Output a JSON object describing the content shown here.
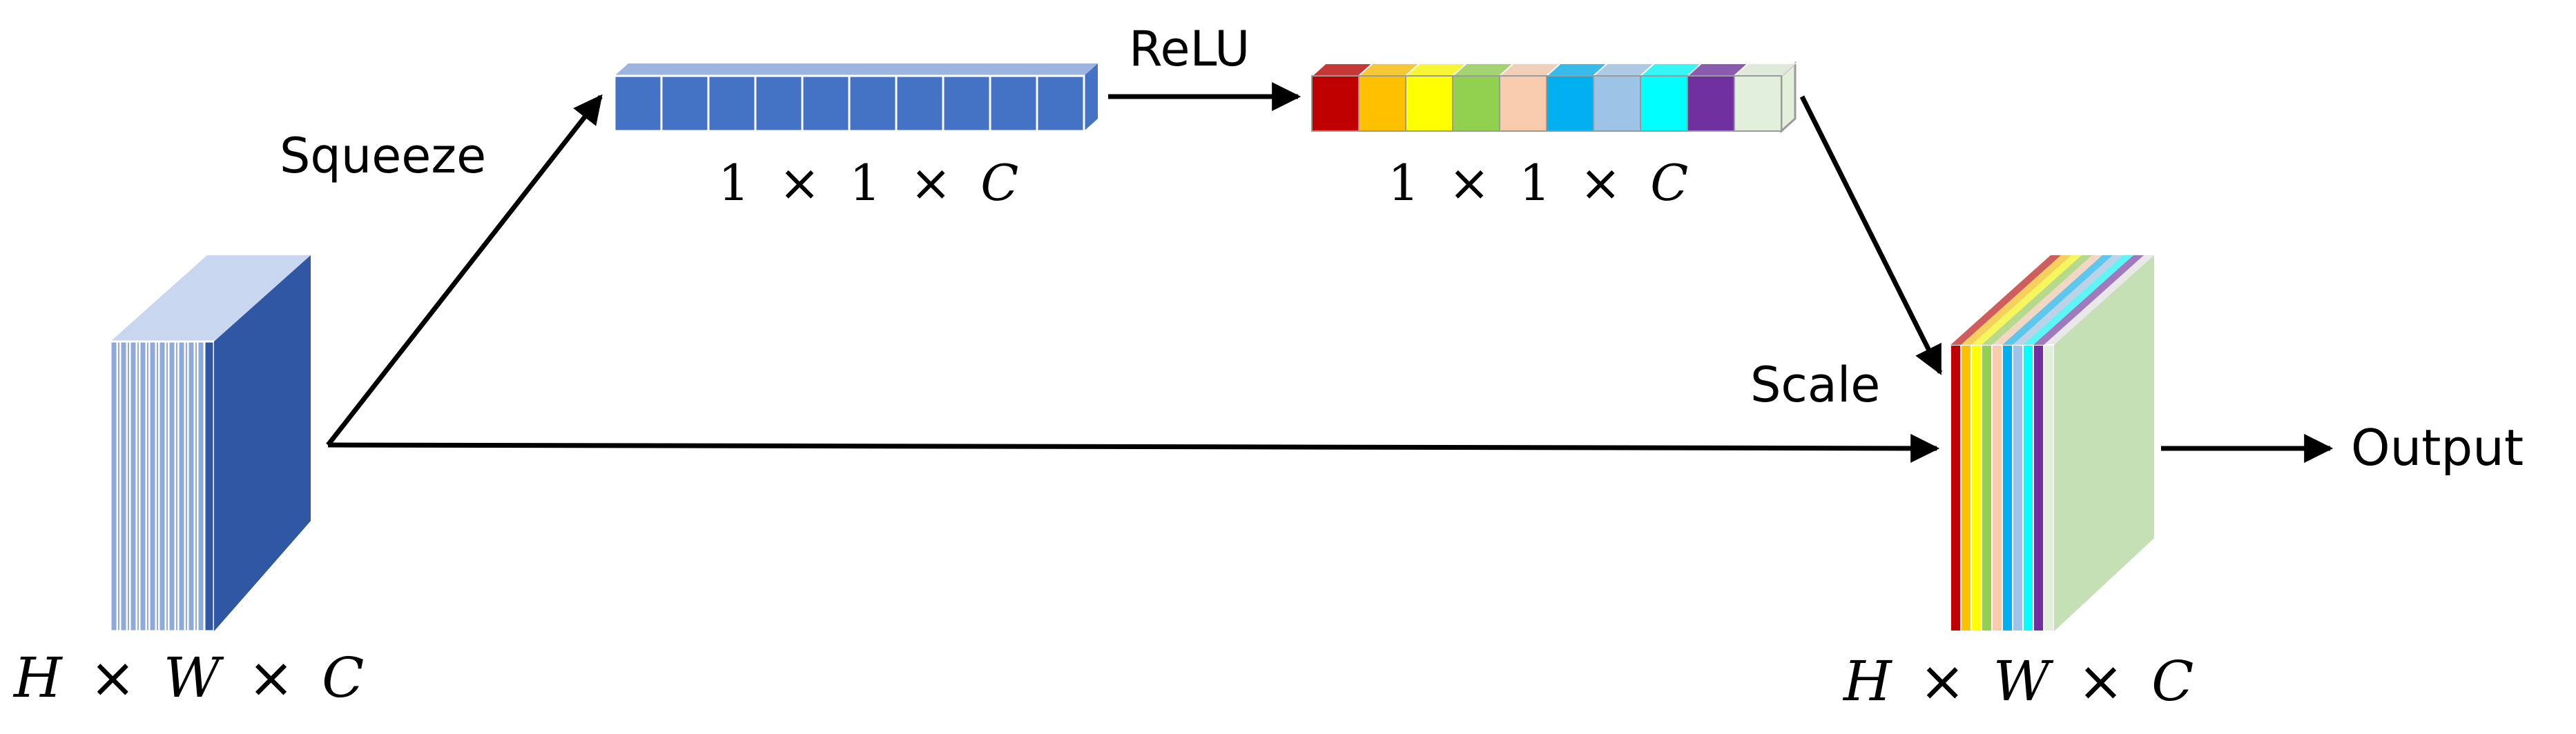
{
  "labels": {
    "squeeze": "Squeeze",
    "relu": "ReLU",
    "scale": "Scale",
    "output": "Output"
  },
  "dims": {
    "input": {
      "h": "H",
      "w": "W",
      "c": "C",
      "times": "×"
    },
    "squeezed": {
      "a": "1",
      "b": "1",
      "c": "C",
      "times": "×"
    },
    "activated": {
      "a": "1",
      "b": "1",
      "c": "C",
      "times": "×"
    },
    "output": {
      "h": "H",
      "w": "W",
      "c": "C",
      "times": "×"
    }
  },
  "colors": {
    "input_front": "#3057a3",
    "input_slice": "#8ea9db",
    "squeeze_cell": "#4472c4",
    "squeeze_top": "#9db3e0",
    "output_side": "#c5e0b4",
    "activation_cells": [
      "#c00000",
      "#ffc000",
      "#ffff00",
      "#92d050",
      "#f8cbad",
      "#00b0f0",
      "#9dc3e6",
      "#00ffff",
      "#7030a0",
      "#e2efda"
    ]
  }
}
